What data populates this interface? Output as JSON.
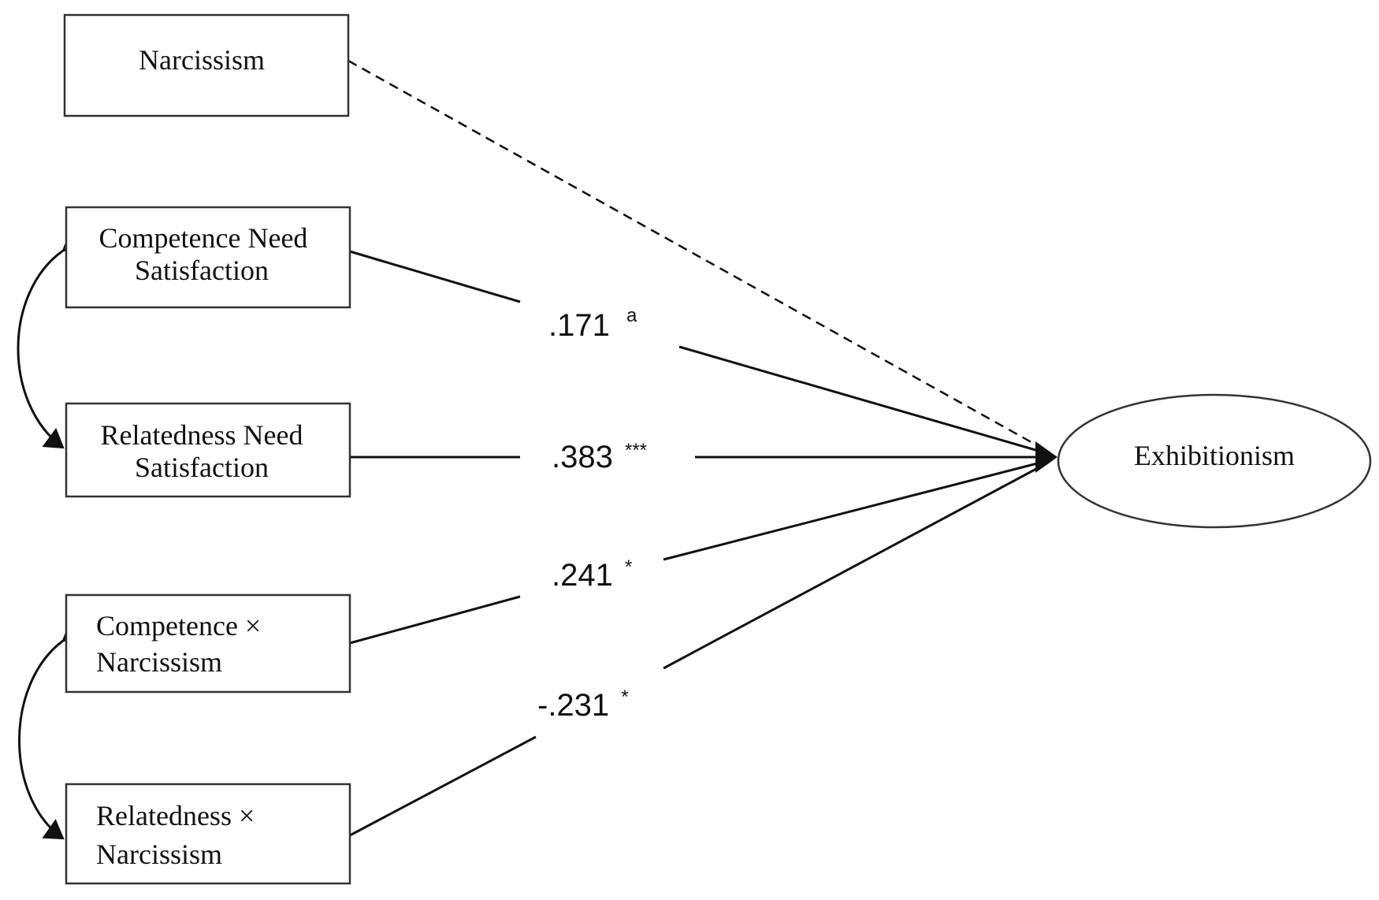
{
  "nodes": {
    "narcissism": {
      "lines": [
        "Narcissism"
      ]
    },
    "competence_need": {
      "lines": [
        "Competence Need",
        "Satisfaction"
      ]
    },
    "relatedness_need": {
      "lines": [
        "Relatedness Need",
        "Satisfaction"
      ]
    },
    "competence_x_narcissism": {
      "lines": [
        "Competence ×",
        "Narcissism"
      ]
    },
    "relatedness_x_narcissism": {
      "lines": [
        "Relatedness ×",
        "Narcissism"
      ]
    },
    "exhibitionism": {
      "lines": [
        "Exhibitionism"
      ]
    }
  },
  "paths": {
    "competence": {
      "coef": ".171",
      "sig": "a"
    },
    "relatedness": {
      "coef": ".383",
      "sig": "***"
    },
    "competence_x": {
      "coef": ".241",
      "sig": "*"
    },
    "relatedness_x": {
      "coef": "-.231",
      "sig": "*"
    },
    "narcissism": {
      "style": "dashed"
    }
  }
}
